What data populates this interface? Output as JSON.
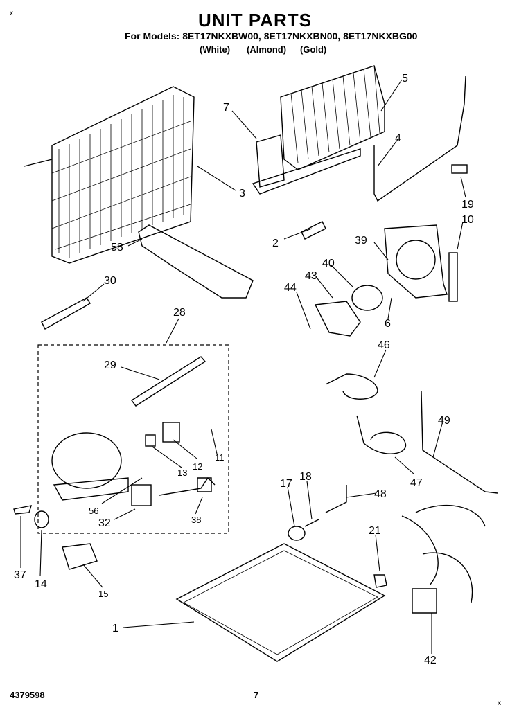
{
  "page": {
    "title": "UNIT PARTS",
    "models": "For Models: 8ET17NKXBW00, 8ET17NKXBN00, 8ET17NKXBG00",
    "colors": {
      "white": "(White)",
      "almond": "(Almond)",
      "gold": "(Gold)"
    },
    "corner_marks": {
      "top_left": "x",
      "bottom_right": "x"
    },
    "part_number": "4379598",
    "page_number": "7"
  },
  "callouts": [
    "7",
    "5",
    "4",
    "3",
    "19",
    "10",
    "2",
    "39",
    "58",
    "40",
    "43",
    "44",
    "30",
    "6",
    "28",
    "46",
    "29",
    "49",
    "12",
    "11",
    "13",
    "47",
    "56",
    "32",
    "38",
    "17",
    "18",
    "48",
    "21",
    "37",
    "14",
    "15",
    "1",
    "42"
  ]
}
